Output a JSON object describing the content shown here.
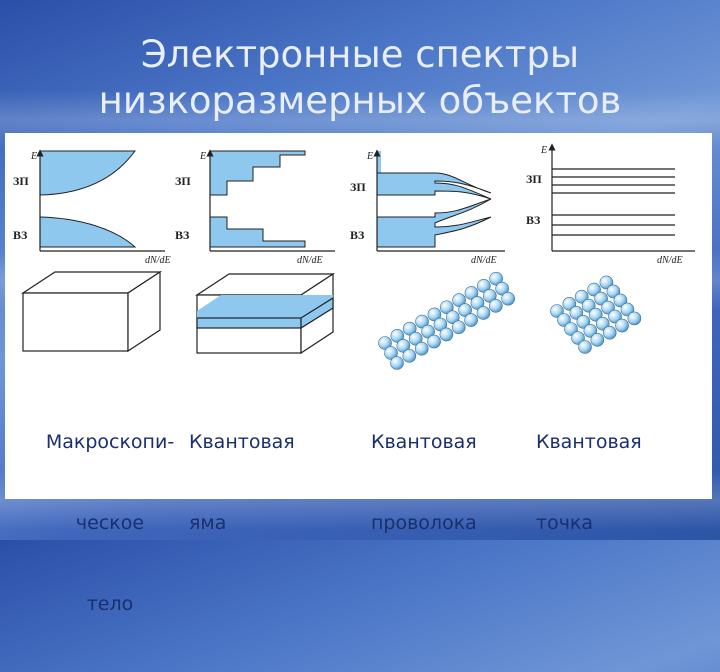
{
  "title_line1": "Электронные спектры",
  "title_line2": "низкоразмерных объектов",
  "axis": {
    "energy": "E",
    "density": "dN/dE",
    "conduction_band": "ЗП",
    "valence_band": "ВЗ"
  },
  "captions": {
    "bulk_line1": "Макроскопи-",
    "bulk_line2": "ческое",
    "bulk_line3": "тело",
    "well_line1": "Квантовая",
    "well_line2": "яма",
    "wire_line1": "Квантовая",
    "wire_line2": "проволока",
    "dot_line1": "Квантовая",
    "dot_line2": "точка"
  },
  "colors": {
    "band_fill": "#8ec8ee",
    "caption": "#1a2f6e",
    "sphere": "#a9d7f3"
  }
}
